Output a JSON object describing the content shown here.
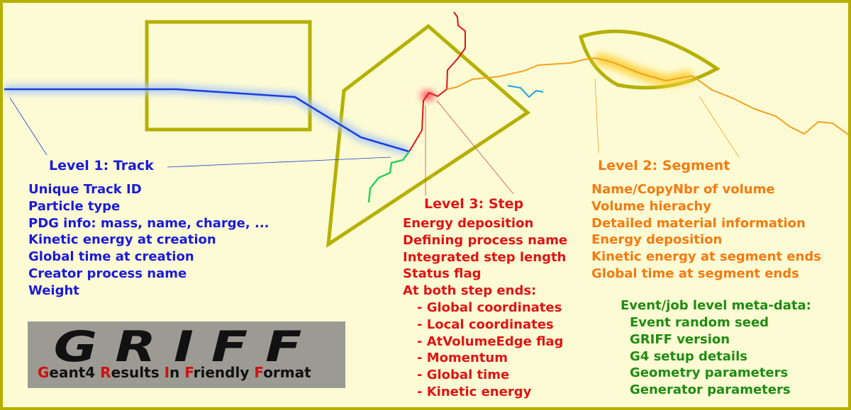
{
  "track": {
    "title": "Level 1: Track",
    "items": [
      "Unique Track ID",
      "Particle type",
      "PDG info: mass, name, charge, ...",
      "Kinetic energy at creation",
      "Global time at creation",
      "Creator process name",
      "Weight"
    ]
  },
  "step": {
    "title": "Level 3: Step",
    "items": [
      "Energy deposition",
      "Defining process name",
      "Integrated step length",
      "Status flag",
      "At both step ends:"
    ],
    "sub_items": [
      "- Global coordinates",
      "- Local coordinates",
      "- AtVolumeEdge flag",
      "- Momentum",
      "- Global time",
      "- Kinetic energy"
    ]
  },
  "segment": {
    "title": "Level 2: Segment",
    "items": [
      "Name/CopyNbr of volume",
      "Volume hierachy",
      "Detailed material information",
      "Energy deposition",
      "Kinetic energy at segment ends",
      "Global time at segment ends"
    ]
  },
  "meta": {
    "title": "Event/job level meta-data:",
    "items": [
      "Event random seed",
      "GRIFF version",
      "G4 setup details",
      "Geometry parameters",
      "Generator parameters"
    ]
  },
  "logo": {
    "word": "GRIFF",
    "tagline": [
      {
        "initial": "G",
        "rest": "eant4 "
      },
      {
        "initial": "R",
        "rest": "esults "
      },
      {
        "initial": "I",
        "rest": "n "
      },
      {
        "initial": "F",
        "rest": "riendly "
      },
      {
        "initial": "F",
        "rest": "ormat"
      }
    ]
  },
  "colors": {
    "background": "#fdfbd4",
    "volume_outline": "#b5b000",
    "track_line": "#1a3fd9",
    "step_line": "#e01414",
    "segment_line": "#f5a020",
    "secondary_green": "#2ad060",
    "secondary_cyan": "#1aa0e0"
  }
}
